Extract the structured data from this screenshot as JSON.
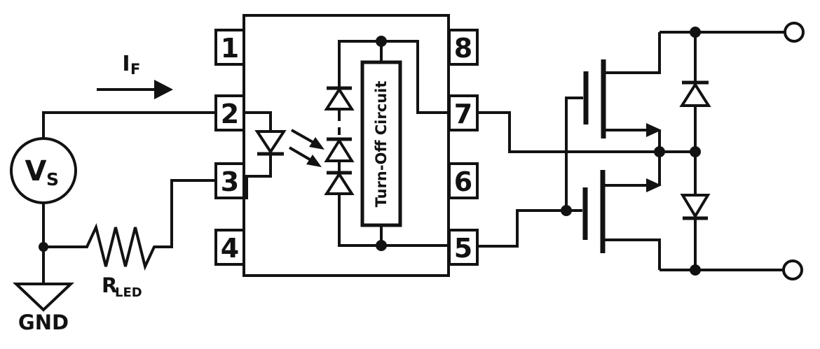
{
  "labels": {
    "current": {
      "main": "I",
      "sub": "F"
    },
    "source": {
      "main": "V",
      "sub": "S"
    },
    "resistor": {
      "main": "R",
      "sub": "LED"
    },
    "ground": "GND",
    "turn_off": "Turn-Off Circuit"
  },
  "ic": {
    "pins_left": [
      {
        "number": "1"
      },
      {
        "number": "2"
      },
      {
        "number": "3"
      },
      {
        "number": "4"
      }
    ],
    "pins_right": [
      {
        "number": "8"
      },
      {
        "number": "7"
      },
      {
        "number": "6"
      },
      {
        "number": "5"
      }
    ]
  },
  "components": [
    "voltage-source",
    "led-resistor",
    "ground",
    "forward-current-arrow",
    "input-led",
    "photodiode-stack",
    "turn-off-circuit",
    "mosfet-top",
    "mosfet-bottom",
    "diode-top",
    "diode-bottom",
    "output-terminal-top",
    "output-terminal-bottom"
  ],
  "colors": {
    "line": "#121212",
    "background": "#ffffff"
  }
}
